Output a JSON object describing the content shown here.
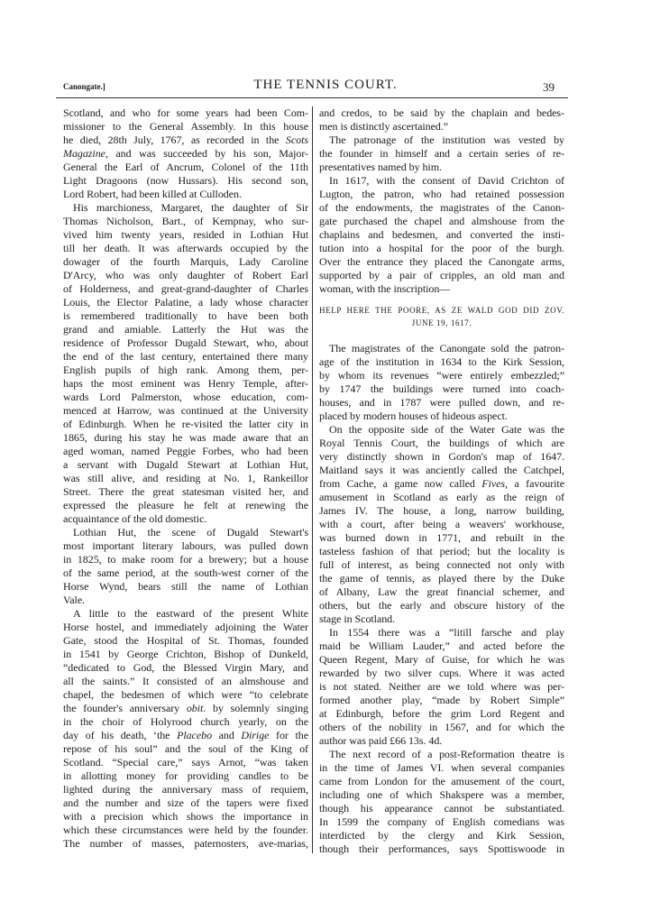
{
  "header": {
    "section": "Canongate.]",
    "title": "THE TENNIS COURT.",
    "page_number": "39"
  },
  "left_column": [
    [
      "Scotland, and who for some years had been Com-",
      "missioner to the General Assembly.  In this house",
      [
        "he died, 28th July, 1767, as recorded in the ",
        {
          "i": "Scots"
        }
      ],
      [
        {
          "i": "Magazine"
        },
        ", and was succeeded by his son, Major-"
      ],
      "General the Earl of Ancrum, Colonel of the 11th",
      "Light Dragoons (now Hussars).  His second son,",
      "Lord Robert, had been killed at Culloden."
    ],
    [
      "His marchioness, Margaret, the daughter of Sir",
      "Thomas Nicholson, Bart., of Kempnay, who sur-",
      "vived him twenty years, resided in Lothian Hut",
      "till her death.  It was afterwards occupied by the",
      "dowager of the fourth Marquis, Lady Caroline",
      "D'Arcy, who was only daughter of Robert Earl",
      "of Holderness, and great-grand-daughter of Charles",
      "Louis, the Elector Palatine, a lady whose character",
      "is remembered traditionally to have been both",
      "grand and amiable.  Latterly the Hut was the",
      "residence of Professor Dugald Stewart, who, about",
      "the end of the last century, entertained there many",
      "English pupils of high rank.  Among them, per-",
      "haps the most eminent was Henry Temple, after-",
      "wards Lord Palmerston, whose education, com-",
      "menced at Harrow, was continued at the University",
      "of Edinburgh.  When he re-visited the latter city in",
      "1865, during his stay he was made aware that an",
      "aged woman, named Peggie Forbes, who had been",
      "a servant with Dugald Stewart at Lothian Hut,",
      "was still alive, and residing at No. 1, Rankeillor",
      "Street.  There the great statesman visited her, and",
      "expressed the pleasure he felt at renewing the",
      "acquaintance of the old domestic."
    ],
    [
      "Lothian Hut, the scene of Dugald Stewart's",
      "most important literary labours, was pulled down",
      "in 1825, to make room for a brewery; but a house",
      "of the same period, at the south-west corner of the",
      "Horse Wynd, bears still the name of Lothian",
      "Vale."
    ],
    [
      "A little to the eastward of the present White",
      "Horse hostel, and immediately adjoining the Water",
      "Gate, stood the Hospital of St. Thomas, founded",
      "in 1541 by George Crichton, Bishop of Dunkeld,",
      "“dedicated to God, the Blessed Virgin Mary, and",
      "all the saints.”  It consisted of an almshouse and",
      "chapel, the bedesmen of which were “to celebrate",
      [
        "the founder's anniversary ",
        {
          "i": "obit."
        },
        " by solemnly singing"
      ],
      "in the choir of Holyrood church yearly, on the",
      [
        "day of his death, ‘the ",
        {
          "i": "Placebo"
        },
        " and ",
        {
          "i": "Dirige"
        },
        " for the"
      ],
      "repose of his soul” and the soul of the King of",
      "Scotland.  “Special care,” says Arnot, “was taken",
      "in allotting money for providing candles to be",
      "lighted during the anniversary mass of requiem,",
      "and the number and size of the tapers were fixed",
      "with a precision which shows the importance in",
      "which these circumstances were held by the founder.",
      "The number of masses, paternosters, ave-marias,"
    ]
  ],
  "right_column_top": [
    [
      "and credos, to be said by the chaplain and bedes-",
      "men is distinctly ascertained.”"
    ],
    [
      "The patronage of the institution was vested by",
      "the founder in himself and a certain series of re-",
      "presentatives named by him."
    ],
    [
      "In 1617, with the consent of David Crichton of",
      "Lugton, the patron, who had retained possession",
      "of the endowments, the magistrates of the Canon-",
      "gate purchased the chapel and almshouse from the",
      "chaplains and bedesmen, and converted the insti-",
      "tution into a hospital for the poor of the burgh.",
      "Over the entrance they placed the Canongate arms,",
      "supported by a pair of cripples, an old man and",
      "woman, with the inscription—"
    ]
  ],
  "inscription": [
    "Help here the poore, as ze wald God did zov.",
    "June 19, 1617."
  ],
  "right_column_bottom": [
    [
      "The magistrates of the Canongate sold the patron-",
      "age of the institution in 1634 to the Kirk Session,",
      "by whom its revenues “were entirely embezzled;”",
      "by 1747 the buildings were turned into coach-",
      "houses, and in 1787 were pulled down, and re-",
      "placed by modern houses of hideous aspect."
    ],
    [
      "On the opposite side of the Water Gate was the",
      "Royal Tennis Court, the buildings of which are",
      "very distinctly shown in Gordon's map of 1647.",
      "Maitland says it was anciently called the Catchpel,",
      [
        "from Cache, a game now called ",
        {
          "i": "Fives"
        },
        ", a favourite"
      ],
      "amusement in Scotland as early as the reign of",
      "James IV.  The house, a long, narrow building,",
      "with a court, after being a weavers' workhouse,",
      "was burned down in 1771, and rebuilt in the",
      "tasteless fashion of that period; but the locality is",
      "full of interest, as being connected not only with",
      "the game of tennis, as played there by the Duke",
      "of Albany, Law the great financial schemer, and",
      "others, but the early and obscure history of the",
      "stage in Scotland."
    ],
    [
      "In 1554 there was a “litill farsche and play",
      "maid be William Lauder,” and acted before the",
      "Queen Regent, Mary of Guise, for which he was",
      "rewarded by two silver cups.  Where it was acted",
      "is not stated.  Neither are we told where was per-",
      "formed another play, “made by Robert Simple”",
      "at Edinburgh, before the grim Lord Regent and",
      "others of the nobility in 1567, and for which the",
      "author was paid £66 13s. 4d."
    ],
    [
      "The next record of a post-Reformation theatre is",
      "in the time of James VI. when several companies",
      "came from London for the amusement of the court,",
      "including one of which Shakspere was a member,",
      "though his appearance cannot be substantiated.",
      "In 1599 the company of English comedians was",
      "interdicted by the clergy and Kirk Session,",
      "though their performances, says Spottiswoode in"
    ]
  ],
  "continues": {
    "left_column": true,
    "right_column": true
  }
}
